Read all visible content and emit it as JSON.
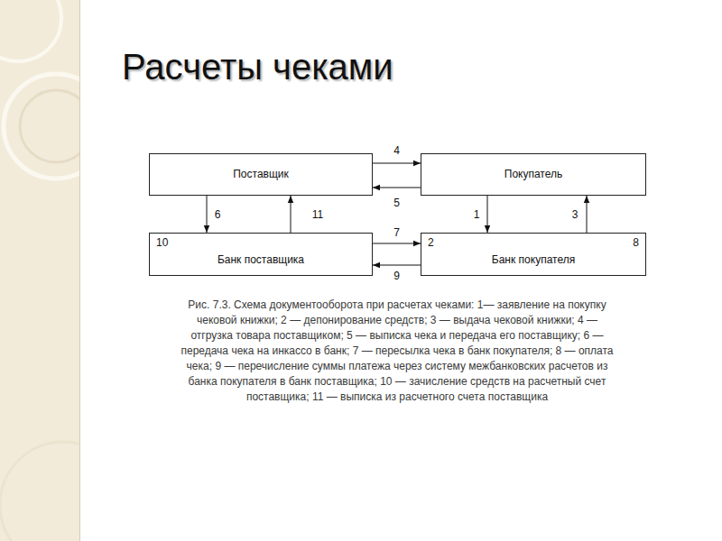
{
  "diagram": {
    "title": "Расчеты чеками",
    "caption": "Рис. 7.3. Схема документооборота при расчетах чеками: 1— заявление на покупку чековой книжки; 2 — депонирование средств; 3 — выдача чековой книжки; 4 — отгрузка товара поставщиком; 5 — выписка чека и передача его поставщику; 6 — передача чека на инкассо в банк; 7 — пересылка чека в банк покупателя; 8 — оплата чека; 9 — перечисление суммы платежа через систему межбанковских расчетов из банка покупателя в банк поставщика; 10 — зачисление средств на расчетный счет поставщика; 11 — выписка из расчетного счета поставщика",
    "nodes": [
      {
        "text": [
          "Поставщик"
        ]
      },
      {
        "text": [
          "Покупатель"
        ]
      },
      {
        "text": [
          "10",
          "Банк поставщика"
        ]
      },
      {
        "text": [
          "2",
          "8",
          "Банк покупателя"
        ]
      }
    ],
    "edges": [
      {
        "from": 1,
        "to": 3,
        "label": "1",
        "arrow": "to"
      },
      {
        "from": 3,
        "to": 1,
        "label": "3",
        "arrow": "to"
      },
      {
        "from": 0,
        "to": 1,
        "label": "4",
        "arrow": "to"
      },
      {
        "from": 1,
        "to": 0,
        "label": "5",
        "arrow": "to"
      },
      {
        "from": 0,
        "to": 2,
        "label": "6",
        "arrow": "to"
      },
      {
        "from": 2,
        "to": 3,
        "label": "7",
        "arrow": "to"
      },
      {
        "from": 3,
        "to": 2,
        "label": "9",
        "arrow": "to"
      },
      {
        "from": 2,
        "to": 0,
        "label": "11",
        "arrow": "to"
      }
    ]
  }
}
